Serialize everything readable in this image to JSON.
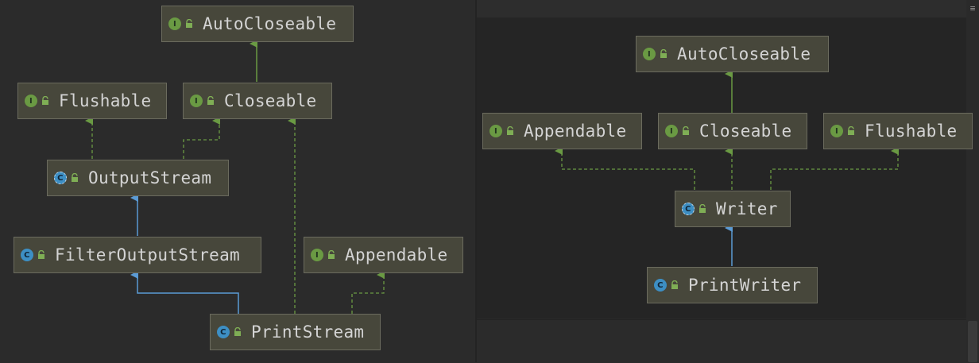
{
  "left_diagram": {
    "nodes": {
      "autocloseable": {
        "label": "AutoCloseable",
        "kind": "I"
      },
      "flushable": {
        "label": "Flushable",
        "kind": "I"
      },
      "closeable": {
        "label": "Closeable",
        "kind": "I"
      },
      "outputstream": {
        "label": "OutputStream",
        "kind": "C"
      },
      "filteroutputstream": {
        "label": "FilterOutputStream",
        "kind": "C"
      },
      "appendable": {
        "label": "Appendable",
        "kind": "I"
      },
      "printstream": {
        "label": "PrintStream",
        "kind": "C"
      }
    }
  },
  "right_diagram": {
    "nodes": {
      "autocloseable": {
        "label": "AutoCloseable",
        "kind": "I"
      },
      "appendable": {
        "label": "Appendable",
        "kind": "I"
      },
      "closeable": {
        "label": "Closeable",
        "kind": "I"
      },
      "flushable": {
        "label": "Flushable",
        "kind": "I"
      },
      "writer": {
        "label": "Writer",
        "kind": "C"
      },
      "printwriter": {
        "label": "PrintWriter",
        "kind": "C"
      }
    }
  },
  "colors": {
    "node_fill": "#47473b",
    "node_border": "#6b6b5e",
    "interface_badge": "#6a9a43",
    "class_badge": "#3d8fc4",
    "implements_edge": "#6a9a43",
    "extends_edge": "#5b9bd5"
  }
}
